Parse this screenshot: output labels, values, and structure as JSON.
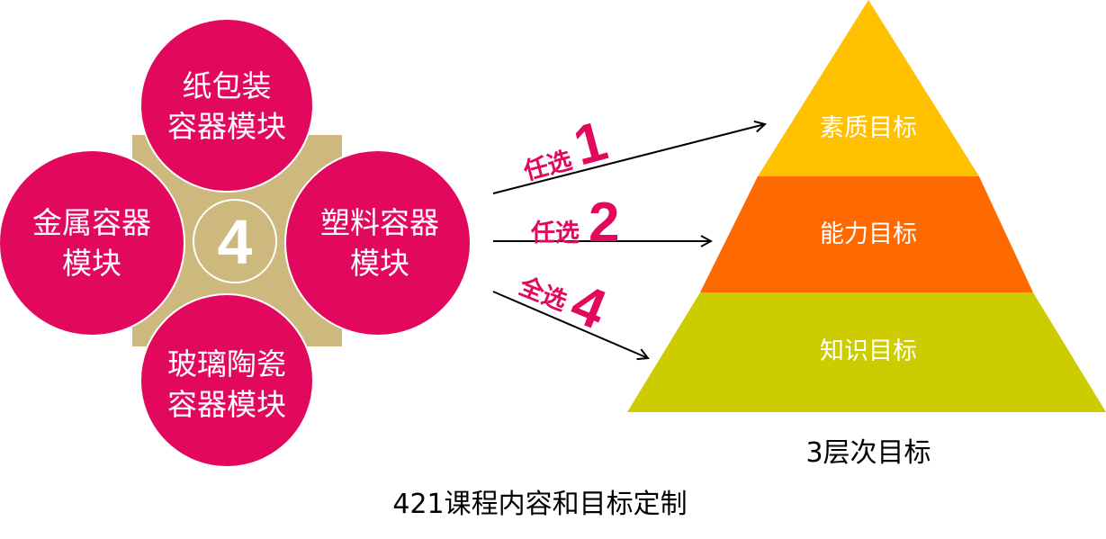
{
  "center_number": "4",
  "modules": [
    {
      "line1": "纸包装",
      "line2": "容器模块"
    },
    {
      "line1": "金属容器",
      "line2": "模块"
    },
    {
      "line1": "塑料容器",
      "line2": "模块"
    },
    {
      "line1": "玻璃陶瓷",
      "line2": "容器模块"
    }
  ],
  "arrows": [
    {
      "text": "任选",
      "number": "1"
    },
    {
      "text": "任选",
      "number": "2"
    },
    {
      "text": "全选",
      "number": "4"
    }
  ],
  "pyramid": {
    "levels": [
      "素质目标",
      "能力目标",
      "知识目标"
    ],
    "caption": "3层次目标"
  },
  "title": "421课程内容和目标定制",
  "colors": {
    "magenta": "#E2085E",
    "gold": "#CDB97E",
    "yellow": "#FFC000",
    "orange": "#FF6A00",
    "green": "#CCCC00"
  }
}
